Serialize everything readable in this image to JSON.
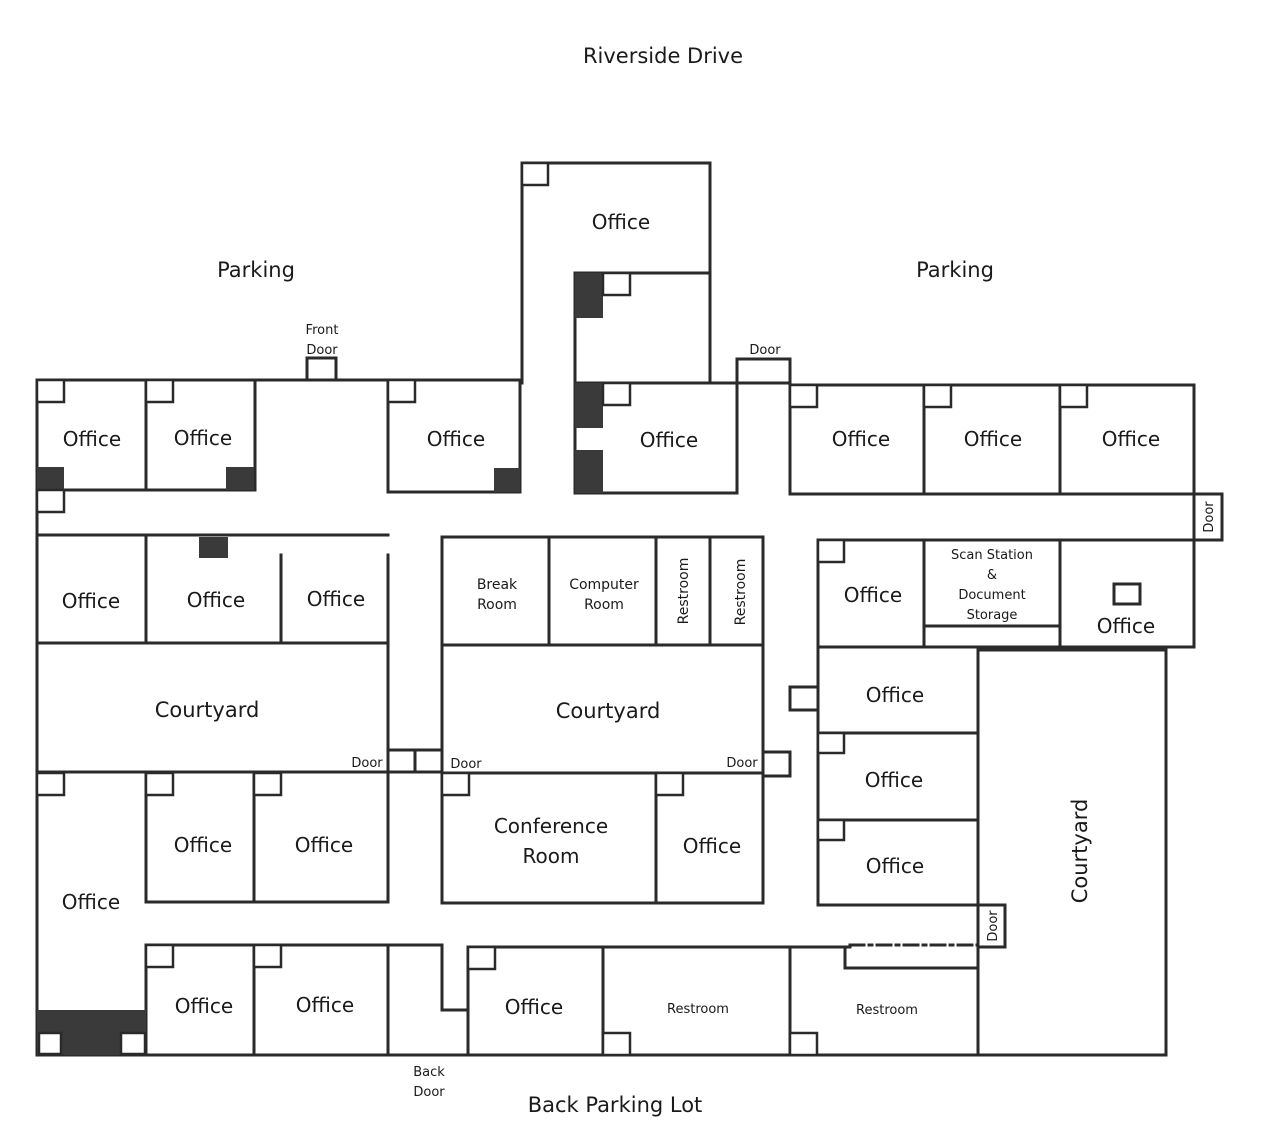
{
  "surroundings": {
    "street": "Riverside Drive",
    "parking_left": "Parking",
    "parking_right": "Parking",
    "back_lot": "Back Parking Lot",
    "front_door": [
      "Front",
      "Door"
    ],
    "back_door": [
      "Back",
      "Door"
    ],
    "door": "Door"
  },
  "rooms": {
    "north_office": "Office",
    "row1": [
      "Office",
      "Office",
      "Office",
      "Office",
      "Office",
      "Office",
      "Office"
    ],
    "row2_left": [
      "Office",
      "Office",
      "Office"
    ],
    "break_room": [
      "Break",
      "Room"
    ],
    "computer_room": [
      "Computer",
      "Room"
    ],
    "restrooms_vertical": [
      "Restroom",
      "Restroom"
    ],
    "scan_station": [
      "Scan Station",
      "&",
      "Document",
      "Storage"
    ],
    "row2_right": [
      "Office",
      "Office"
    ],
    "courtyard_left": "Courtyard",
    "courtyard_mid": "Courtyard",
    "courtyard_right": "Courtyard",
    "right_stack": [
      "Office",
      "Office",
      "Office"
    ],
    "lower_left": [
      "Office",
      "Office",
      "Office"
    ],
    "conference": [
      "Conference",
      "Room"
    ],
    "conference_office": "Office",
    "bottom_row": [
      "Office",
      "Office",
      "Office"
    ],
    "bottom_restrooms": [
      "Restroom",
      "Restroom"
    ]
  }
}
